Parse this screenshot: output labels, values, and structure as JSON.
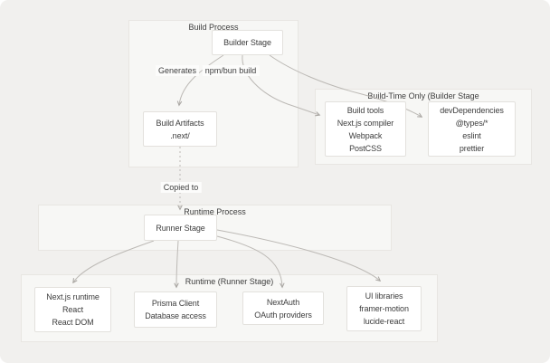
{
  "diagram": {
    "type": "flowchart",
    "containers": {
      "build_process": {
        "title": "Build Process"
      },
      "build_time_only": {
        "title": "Build-Time Only (Builder Stage"
      },
      "runtime_process": {
        "title": "Runtime Process"
      },
      "runtime_runner": {
        "title": "Runtime (Runner Stage)"
      }
    },
    "nodes": {
      "builder_stage": {
        "lines": [
          "Builder Stage"
        ]
      },
      "build_artifacts": {
        "lines": [
          "Build Artifacts",
          ".next/"
        ]
      },
      "build_tools": {
        "lines": [
          "Build tools",
          "Next.js compiler",
          "Webpack",
          "PostCSS"
        ]
      },
      "dev_dependencies": {
        "lines": [
          "devDependencies",
          "@types/*",
          "eslint",
          "prettier"
        ]
      },
      "runner_stage": {
        "lines": [
          "Runner Stage"
        ]
      },
      "nextjs_runtime": {
        "lines": [
          "Next.js runtime",
          "React",
          "React DOM"
        ]
      },
      "prisma_client": {
        "lines": [
          "Prisma Client",
          "Database access"
        ]
      },
      "nextauth": {
        "lines": [
          "NextAuth",
          "OAuth providers"
        ]
      },
      "ui_libraries": {
        "lines": [
          "UI libraries",
          "framer-motion",
          "lucide-react"
        ]
      }
    },
    "edge_labels": {
      "generates": "Generates",
      "npm_bun_build": "npm/bun build",
      "copied_to": "Copied to"
    },
    "colors": {
      "page_bg": "#ffffff",
      "card_bg": "#f1f0ee",
      "container_bg": "#f7f7f5",
      "container_border": "#e8e6e2",
      "node_bg": "#ffffff",
      "node_border": "#e3e1dd",
      "edge_stroke": "#b9b6b2",
      "text": "#3d3d3d"
    }
  }
}
